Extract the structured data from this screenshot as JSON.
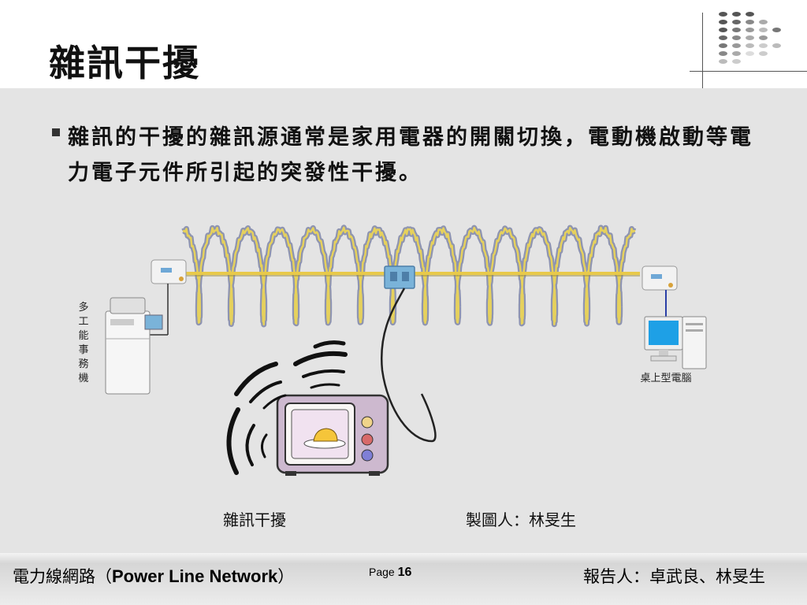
{
  "slide": {
    "title": "雜訊干擾",
    "bullet": "雜訊的干擾的雜訊源通常是家用電器的開關切換，電動機啟動等電力電子元件所引起的突發性干擾。"
  },
  "diagram": {
    "printer_label": "多工能事務機",
    "pc_label": "桌上型電腦",
    "caption_left": "雜訊干擾",
    "caption_right": "製圖人：林旻生"
  },
  "footer": {
    "course_prefix": "電力線網路（",
    "course_english": "Power Line Network",
    "course_suffix": "）",
    "page_label": "Page",
    "page_number": "16",
    "presenters": "報告人：卓武良、林旻生"
  },
  "colors": {
    "content_bg": "#e4e4e4",
    "power_line": "#e8c94a",
    "wall_outlet": "#7ab3d9",
    "lan_cable": "#2a3fa6",
    "screen": "#1ea0e6"
  }
}
